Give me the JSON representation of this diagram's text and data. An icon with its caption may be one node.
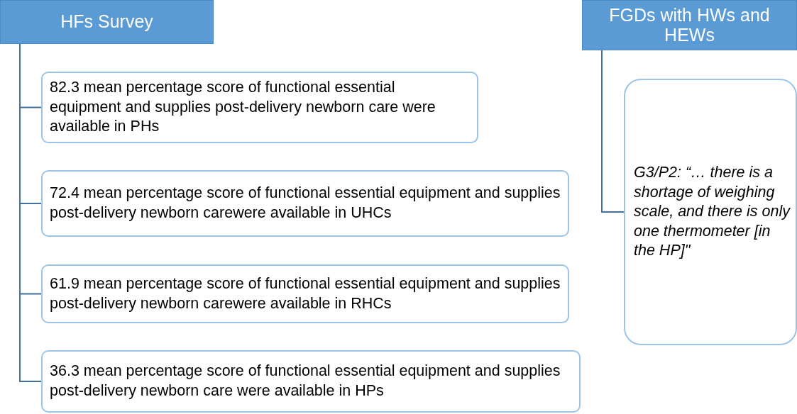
{
  "diagram": {
    "nodes": [
      {
        "text": [
          "HFs Survey"
        ]
      },
      {
        "text": [
          "82.3 mean percentage score of functional essential equipment and supplies post-delivery newborn care were available in PHs"
        ]
      },
      {
        "text": [
          "72.4 mean percentage score of functional essential equipment and supplies post-delivery newborn carewere available in UHCs"
        ]
      },
      {
        "text": [
          "61.9 mean percentage score of functional essential equipment and supplies post-delivery newborn carewere available in RHCs"
        ]
      },
      {
        "text": [
          "36.3 mean percentage score of functional essential equipment and supplies post-delivery newborn care were available in HPs"
        ]
      },
      {
        "text": [
          "FGDs with HWs and HEWs"
        ]
      },
      {
        "text": [
          "G3/P2: “… there is a shortage of weighing scale, and there is only one thermometer [in the HP]\""
        ]
      }
    ],
    "edges": [
      {
        "from": 0,
        "to": 1,
        "arrow": "none"
      },
      {
        "from": 0,
        "to": 2,
        "arrow": "none"
      },
      {
        "from": 0,
        "to": 3,
        "arrow": "none"
      },
      {
        "from": 0,
        "to": 4,
        "arrow": "none"
      },
      {
        "from": 5,
        "to": 6,
        "arrow": "none"
      }
    ]
  }
}
